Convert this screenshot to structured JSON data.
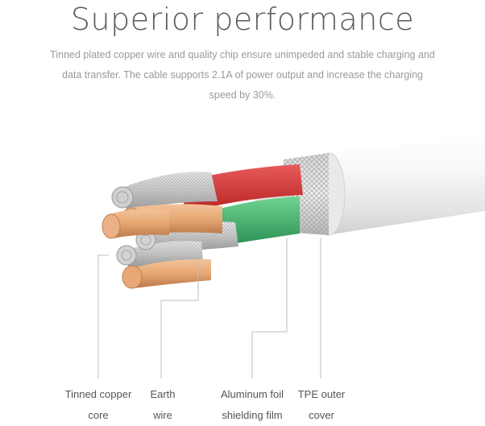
{
  "heading": "Superior performance",
  "description": {
    "line1": "Tinned plated copper wire and quality chip ensure unimpeded and stable charging and",
    "line2": "data transfer. The cable supports 2.1A of power output and increase the charging",
    "line3": "speed by 30%."
  },
  "labels": [
    {
      "line1": "Tinned copper",
      "line2": "core"
    },
    {
      "line1": "Earth",
      "line2": "wire"
    },
    {
      "line1": "Aluminum foil",
      "line2": "shielding film"
    },
    {
      "line1": "TPE outer",
      "line2": "cover"
    }
  ],
  "colors": {
    "heading": "#5a5a5a",
    "text": "#9a9a9a",
    "red_wire": "#d63a3a",
    "green_wire": "#3fae6a",
    "copper": "#e6a671",
    "outer_cover": "#f4f4f4"
  }
}
